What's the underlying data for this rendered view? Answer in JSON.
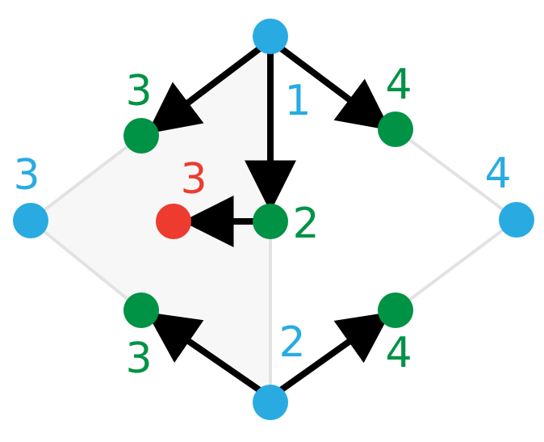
{
  "colors": {
    "blue": "#29abe2",
    "green": "#009245",
    "red": "#ed3b30",
    "edge": "#e2e2e2",
    "arrow": "#000000",
    "shade": "#f7f7f7"
  },
  "labels": {
    "top": "1",
    "left": "3",
    "right": "4",
    "bottom": "2",
    "upper_left": "3",
    "upper_right": "4",
    "center": "2",
    "red": "3",
    "lower_left": "3",
    "lower_right": "4"
  }
}
